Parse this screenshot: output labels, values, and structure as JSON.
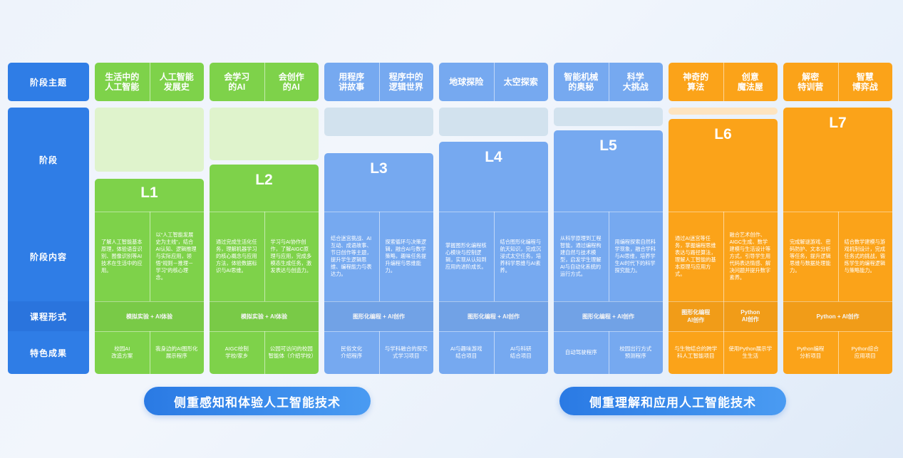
{
  "row_labels": {
    "theme": "阶段主题",
    "stage": "阶段",
    "content": "阶段内容",
    "form": "课程形式",
    "result": "特色成果"
  },
  "columns": [
    {
      "level": "L1",
      "color": "#7ed24a",
      "light": "#dff3cc",
      "themes": [
        "生活中的\n人工智能",
        "人工智能\n发展史"
      ],
      "contents": [
        "了解人工智能基本原理，体验语音识别、图像识别等AI技术在生活中的应用。",
        "以“人工智能发展史为主线”，结合AI认知、逻辑推理与实际应用，领悟“规则－推理－学习”的核心理念。"
      ],
      "forms": [
        "模拟实验 + AI体验"
      ],
      "results": [
        "校园AI\n改造方案",
        "我身边的AI图形化展示程序"
      ]
    },
    {
      "level": "L2",
      "color": "#7ed24a",
      "light": "#dff3cc",
      "themes": [
        "会学习\n的AI",
        "会创作\n的AI"
      ],
      "contents": [
        "通过完成生活化任务，理解机器学习的核心概念与应用方法，体验数据标识与AI思维。",
        "学习与AI协作创作，了解AIGC原理与应用，完成多模态生成任务，激发表达与创造力。"
      ],
      "forms": [
        "模拟实验 + AI体验"
      ],
      "results": [
        "AIGC绘制\n学校/家乡",
        "公园可访问的校园智能体（介绍学校）"
      ]
    },
    {
      "level": "L3",
      "color": "#76a9f0",
      "light": "#d2e2ee",
      "themes": [
        "用程序\n讲故事",
        "程序中的\n逻辑世界"
      ],
      "contents": [
        "结合迷宫挑战、AI互动、成语故事、节日创作等主题，提升学生逻辑思维、编程能力与表达力。",
        "探索循环与决策逻辑，融合AI与数学策略，趣味任务提升编程与思维能力。"
      ],
      "forms": [
        "图形化编程 + AI创作"
      ],
      "results": [
        "民俗文化\n介绍程序",
        "与学科融合的探究式学习项目"
      ]
    },
    {
      "level": "L4",
      "color": "#76a9f0",
      "light": "#d2e2ee",
      "themes": [
        "地球探险",
        "太空探索"
      ],
      "contents": [
        "掌握图形化编程核心模块与控制逻辑，实现从认知到应用的进阶成长。",
        "结合图形化编程与航天知识，完成沉浸式太空任务，培养科学思维与AI素养。"
      ],
      "forms": [
        "图形化编程 + AI创作"
      ],
      "results": [
        "AI与趣味游戏\n结合项目",
        "AI与科研\n结合项目"
      ]
    },
    {
      "level": "L5",
      "color": "#76a9f0",
      "light": "#d2e2ee",
      "themes": [
        "智能机械\n的奥秘",
        "科学\n大挑战"
      ],
      "contents": [
        "从科学原理到工程智能，通过编程构建自然与技术模型，启发学生理解AI与自动化系统的运行方式。",
        "用编程探索自然科学现象，融合学科与AI思维，培养学生AI时代下的科学探究能力。"
      ],
      "forms": [
        "图形化编程 + AI创作"
      ],
      "results": [
        "自动驾驶程序",
        "校园出行方式\n预测程序"
      ]
    },
    {
      "level": "L6",
      "color": "#fba319",
      "light": "#fde4c0",
      "themes": [
        "神奇的\n算法",
        "创意\n魔法屋"
      ],
      "contents": [
        "通过AI迷宫等任务，掌握编程思维表达与路径算法，理解人工智能的基本原理与应用方式。",
        "融合艺术创作、AIGC生成、数学建模与生活设计等方式，引导学生用代码表达情感、解决问题并提升数字素养。"
      ],
      "forms": [
        "图形化编程\nAI创作",
        "Python\nAI创作"
      ],
      "results": [
        "与生物结合的跨学科人工智能项目",
        "使用Python展示学生生活"
      ]
    },
    {
      "level": "L7",
      "color": "#fba319",
      "light": "#fde4c0",
      "themes": [
        "解密\n特训营",
        "智慧\n博弈战"
      ],
      "contents": [
        "完成解谜游戏、密码防护、文本分析等任务，提升逻辑思维与数据处理能力。",
        "结合数学建模与游戏机制设计，完成任务式的挑战，锻炼学生的编程逻辑与策略能力。"
      ],
      "forms": [
        "Python + AI创作"
      ],
      "results": [
        "Python编程\n分析项目",
        "Python综合\n应用项目"
      ]
    }
  ],
  "footer": {
    "left": "侧重感知和体验人工智能技术",
    "right": "侧重理解和应用人工智能技术"
  }
}
